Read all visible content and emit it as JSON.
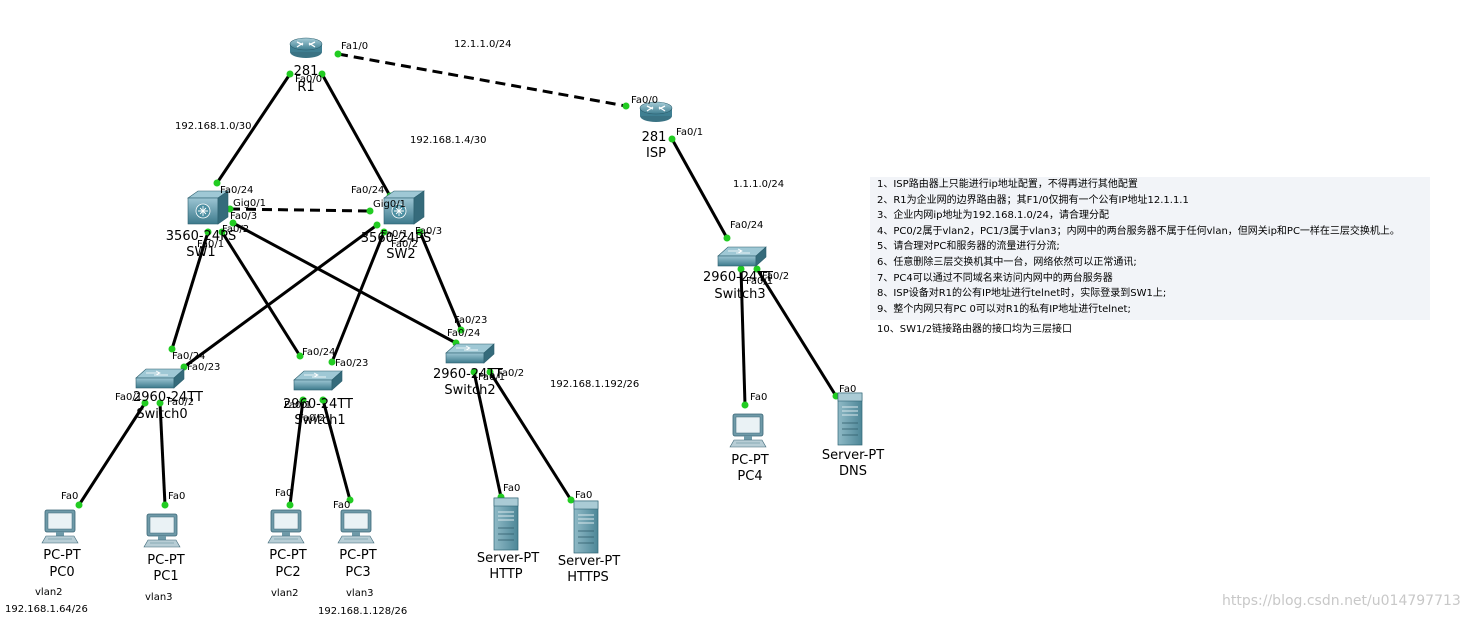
{
  "devices": {
    "r1": {
      "model": "281",
      "name": "R1"
    },
    "isp": {
      "model": "281",
      "name": "ISP"
    },
    "sw1": {
      "model": "3560-24PS",
      "name": "SW1"
    },
    "sw2": {
      "model": "3560-24PS",
      "name": "SW2"
    },
    "switch0": {
      "model": "2960-24TT",
      "name": "Switch0"
    },
    "switch1": {
      "model": "2960-24TT",
      "name": "Switch1"
    },
    "switch2": {
      "model": "2960-24TT",
      "name": "Switch2"
    },
    "switch3": {
      "model": "2960-24TT",
      "name": "Switch3"
    },
    "pc0": {
      "type": "PC-PT",
      "name": "PC0"
    },
    "pc1": {
      "type": "PC-PT",
      "name": "PC1"
    },
    "pc2": {
      "type": "PC-PT",
      "name": "PC2"
    },
    "pc3": {
      "type": "PC-PT",
      "name": "PC3"
    },
    "pc4": {
      "type": "PC-PT",
      "name": "PC4"
    },
    "http": {
      "type": "Server-PT",
      "name": "HTTP"
    },
    "https": {
      "type": "Server-PT",
      "name": "HTTPS"
    },
    "dns": {
      "type": "Server-PT",
      "name": "DNS"
    }
  },
  "ports": {
    "r1_fa10": "Fa1/0",
    "r1_fa00": "Fa0/0",
    "isp_fa00": "Fa0/0",
    "isp_fa01": "Fa0/1",
    "sw1_fa024": "Fa0/24",
    "sw1_gig01": "Gig0/1",
    "sw1_fa03": "Fa0/3",
    "sw1_fa02": "Fa0/2",
    "sw1_fa01": "Fa0/1",
    "sw2_fa024": "Fa0/24",
    "sw2_gig01": "Gig0/1",
    "sw2_fa03": "Fa0/3",
    "sw2_fa01": "Fa0/1",
    "sw2_fa02": "Fa0/2",
    "s0_fa024": "Fa0/24",
    "s0_fa023": "Fa0/23",
    "s0_fa01": "Fa0/1",
    "s0_fa02": "Fa0/2",
    "s1_fa024": "Fa0/24",
    "s1_fa023": "Fa0/23",
    "s1_fa01": "Fa0/1",
    "s1_fa02": "Fa0/2",
    "s2_fa023": "Fa0/23",
    "s2_fa024": "Fa0/24",
    "s2_fa01": "Fa0/1",
    "s2_fa02": "Fa0/2",
    "s3_fa024": "Fa0/24",
    "s3_fa01": "Fa0/1",
    "s3_fa02": "Fa0/2",
    "pc0_fa0": "Fa0",
    "pc1_fa0": "Fa0",
    "pc2_fa0": "Fa0",
    "pc3_fa0": "Fa0",
    "pc4_fa0": "Fa0",
    "http_fa0": "Fa0",
    "https_fa0": "Fa0",
    "dns_fa0": "Fa0"
  },
  "networks": {
    "wan": "12.1.1.0/24",
    "r1_sw1": "192.168.1.0/30",
    "r1_sw2": "192.168.1.4/30",
    "isp_lan": "1.1.1.0/24",
    "servers": "192.168.1.192/26",
    "vlan2_net": "192.168.1.64/26",
    "vlan3_net": "192.168.1.128/26"
  },
  "vlans": {
    "pc0": "vlan2",
    "pc1": "vlan3",
    "pc2": "vlan2",
    "pc3": "vlan3"
  },
  "notes": [
    "1、ISP路由器上只能进行ip地址配置，不得再进行其他配置",
    "2、R1为企业网的边界路由器；其F1/0仅拥有一个公有IP地址12.1.1.1",
    "3、企业内网ip地址为192.168.1.0/24，请合理分配",
    "4、PC0/2属于vlan2，PC1/3属于vlan3；内网中的两台服务器不属于任何vlan，但网关ip和PC一样在三层交换机上。",
    "5、请合理对PC和服务器的流量进行分流;",
    "6、任意删除三层交换机其中一台，网络依然可以正常通讯;",
    "7、PC4可以通过不同域名来访问内网中的两台服务器",
    "8、ISP设备对R1的公有IP地址进行telnet时，实际登录到SW1上;",
    "9、整个内网只有PC 0可以对R1的私有IP地址进行telnet;"
  ],
  "note_extra": "10、SW1/2链接路由器的接口均为三层接口",
  "watermark": "https://blog.csdn.net/u014797713",
  "colors": {
    "link": "#000000",
    "port_up": "#22cc22",
    "device_body": "#5d9aaa",
    "notes_bg": "#f2f4f8",
    "watermark": "#c8c8c8"
  }
}
